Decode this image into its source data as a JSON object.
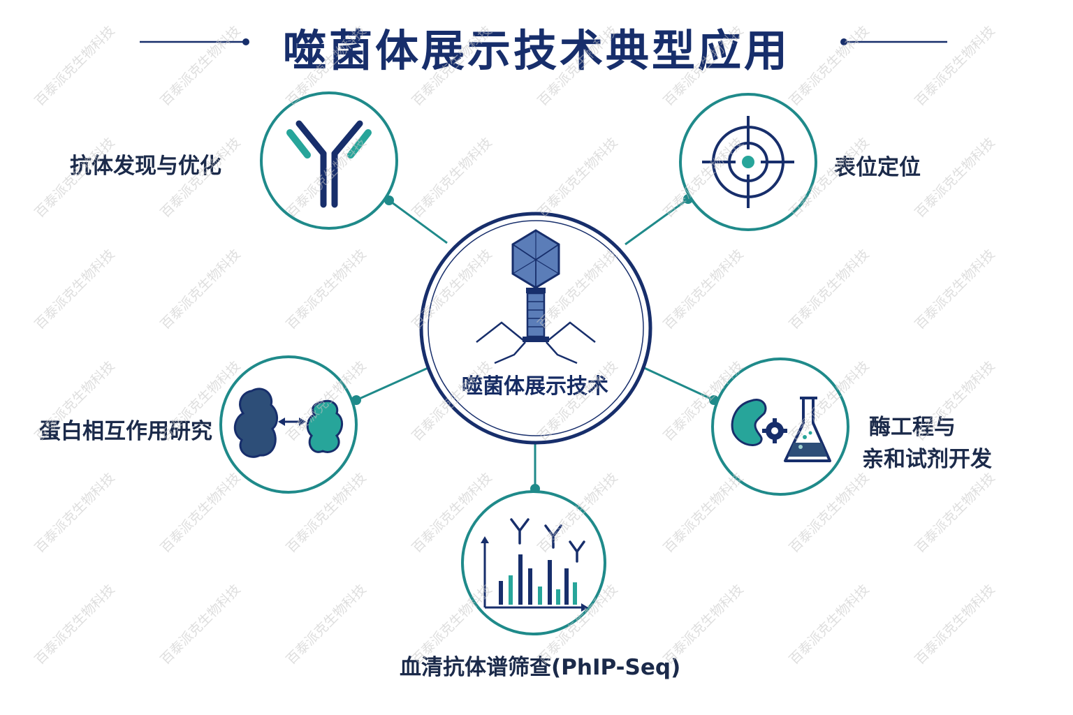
{
  "title": "噬菌体展示技术典型应用",
  "center": {
    "label": "噬菌体展示技术",
    "icon": "bacteriophage-icon"
  },
  "applications": [
    {
      "label": "抗体发现与优化",
      "icon": "antibody-icon"
    },
    {
      "label": "表位定位",
      "icon": "target-crosshair-icon"
    },
    {
      "label": "蛋白相互作用研究",
      "icon": "protein-interaction-icon"
    },
    {
      "label_line1": "酶工程与",
      "label_line2": "亲和试剂开发",
      "icon": "enzyme-flask-icon"
    },
    {
      "label": "血清抗体谱筛查(PhIP-Seq)",
      "icon": "antibody-bar-chart-icon"
    }
  ],
  "watermark": "百泰派克生物科技",
  "colors": {
    "navy": "#172e6b",
    "teal": "#1f8a8a",
    "teal_light": "#27a59a",
    "line": "#1f8a8a"
  }
}
